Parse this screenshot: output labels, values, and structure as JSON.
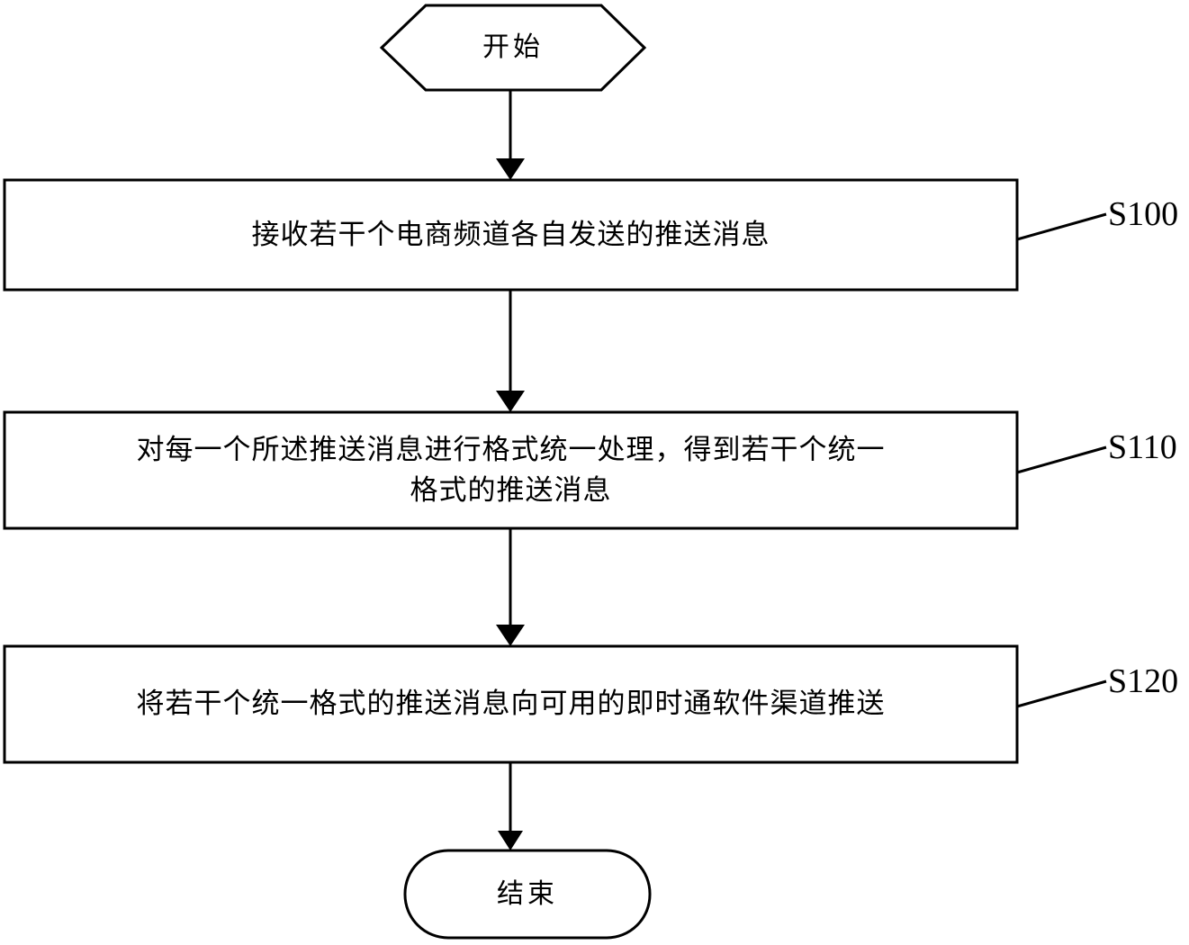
{
  "diagram": {
    "title": "",
    "type": "flowchart",
    "orientation": "top-to-bottom",
    "stroke_color": "#000000",
    "fill_color": "#ffffff",
    "nodes": [
      {
        "id": "start",
        "shape": "hexagon",
        "label": "开始",
        "step_label": ""
      },
      {
        "id": "s100",
        "shape": "rectangle",
        "label": "接收若干个电商频道各自发送的推送消息",
        "step_label": "S100"
      },
      {
        "id": "s110",
        "shape": "rectangle",
        "label": "对每一个所述推送消息进行格式统一处理，得到若干个统一\n格式的推送消息",
        "step_label": "S110"
      },
      {
        "id": "s120",
        "shape": "rectangle",
        "label": "将若干个统一格式的推送消息向可用的即时通软件渠道推送",
        "step_label": "S120"
      },
      {
        "id": "end",
        "shape": "rounded-rectangle",
        "label": "结束",
        "step_label": ""
      }
    ],
    "connectors": [
      {
        "from": "start",
        "to": "s100",
        "style": "solid-arrow"
      },
      {
        "from": "s100",
        "to": "s110",
        "style": "solid-arrow"
      },
      {
        "from": "s110",
        "to": "s120",
        "style": "solid-arrow"
      },
      {
        "from": "s120",
        "to": "end",
        "style": "solid-arrow"
      }
    ],
    "leaders": [
      {
        "for": "s100",
        "label": "S100"
      },
      {
        "for": "s110",
        "label": "S110"
      },
      {
        "for": "s120",
        "label": "S120"
      }
    ]
  }
}
